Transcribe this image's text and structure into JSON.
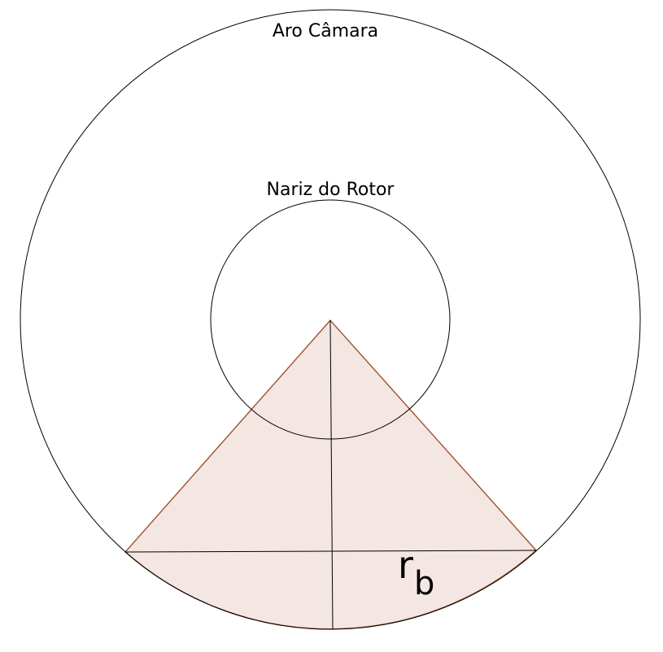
{
  "diagram": {
    "outer_label": "Aro Câmara",
    "inner_label": "Nariz do Rotor",
    "radius_label_main": "r",
    "radius_label_sub": "b",
    "colors": {
      "line": "#000000",
      "sector_stroke": "#a0522d",
      "sector_fill": "#f4e6e2",
      "background": "#ffffff"
    }
  }
}
